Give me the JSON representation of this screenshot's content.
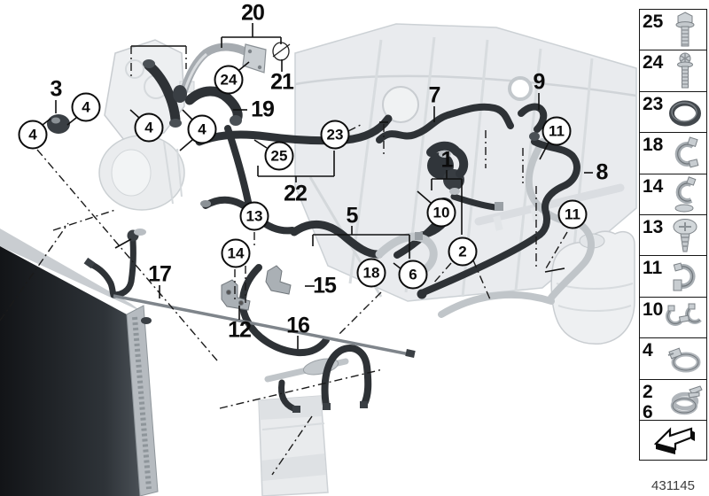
{
  "diagram": {
    "title_hint": "cooling-system-coolant-hoses-exploded-diagram",
    "part_number": "431145",
    "callouts": {
      "circled": [
        {
          "label": "4"
        },
        {
          "label": "4"
        },
        {
          "label": "4"
        },
        {
          "label": "4"
        },
        {
          "label": "24"
        },
        {
          "label": "25"
        },
        {
          "label": "23"
        },
        {
          "label": "13"
        },
        {
          "label": "14"
        },
        {
          "label": "18"
        },
        {
          "label": "6"
        },
        {
          "label": "10"
        },
        {
          "label": "2"
        },
        {
          "label": "11"
        },
        {
          "label": "11"
        }
      ],
      "plain": [
        {
          "label": "20"
        },
        {
          "label": "3"
        },
        {
          "label": "21"
        },
        {
          "label": "19"
        },
        {
          "label": "22"
        },
        {
          "label": "7"
        },
        {
          "label": "9"
        },
        {
          "label": "8"
        },
        {
          "label": "1"
        },
        {
          "label": "5"
        },
        {
          "label": "15"
        },
        {
          "label": "12"
        },
        {
          "label": "16"
        },
        {
          "label": "17"
        }
      ]
    }
  },
  "sidebar": {
    "items": [
      {
        "number": "25",
        "icon": "hex-flange-bolt"
      },
      {
        "number": "24",
        "icon": "torx-flange-bolt"
      },
      {
        "number": "23",
        "icon": "o-ring-seal"
      },
      {
        "number": "18",
        "icon": "hose-retaining-clip"
      },
      {
        "number": "14",
        "icon": "hose-retaining-clip"
      },
      {
        "number": "13",
        "icon": "expanding-screw-rivet"
      },
      {
        "number": "11",
        "icon": "hose-retaining-clip"
      },
      {
        "number": "10",
        "icon": "double-hose-clip"
      },
      {
        "number": "4",
        "icon": "worm-drive-hose-clamp"
      },
      {
        "number": "2",
        "number2": "6",
        "icon": "spring-band-hose-clamp"
      },
      {
        "icon": "direction-arrow"
      }
    ]
  }
}
